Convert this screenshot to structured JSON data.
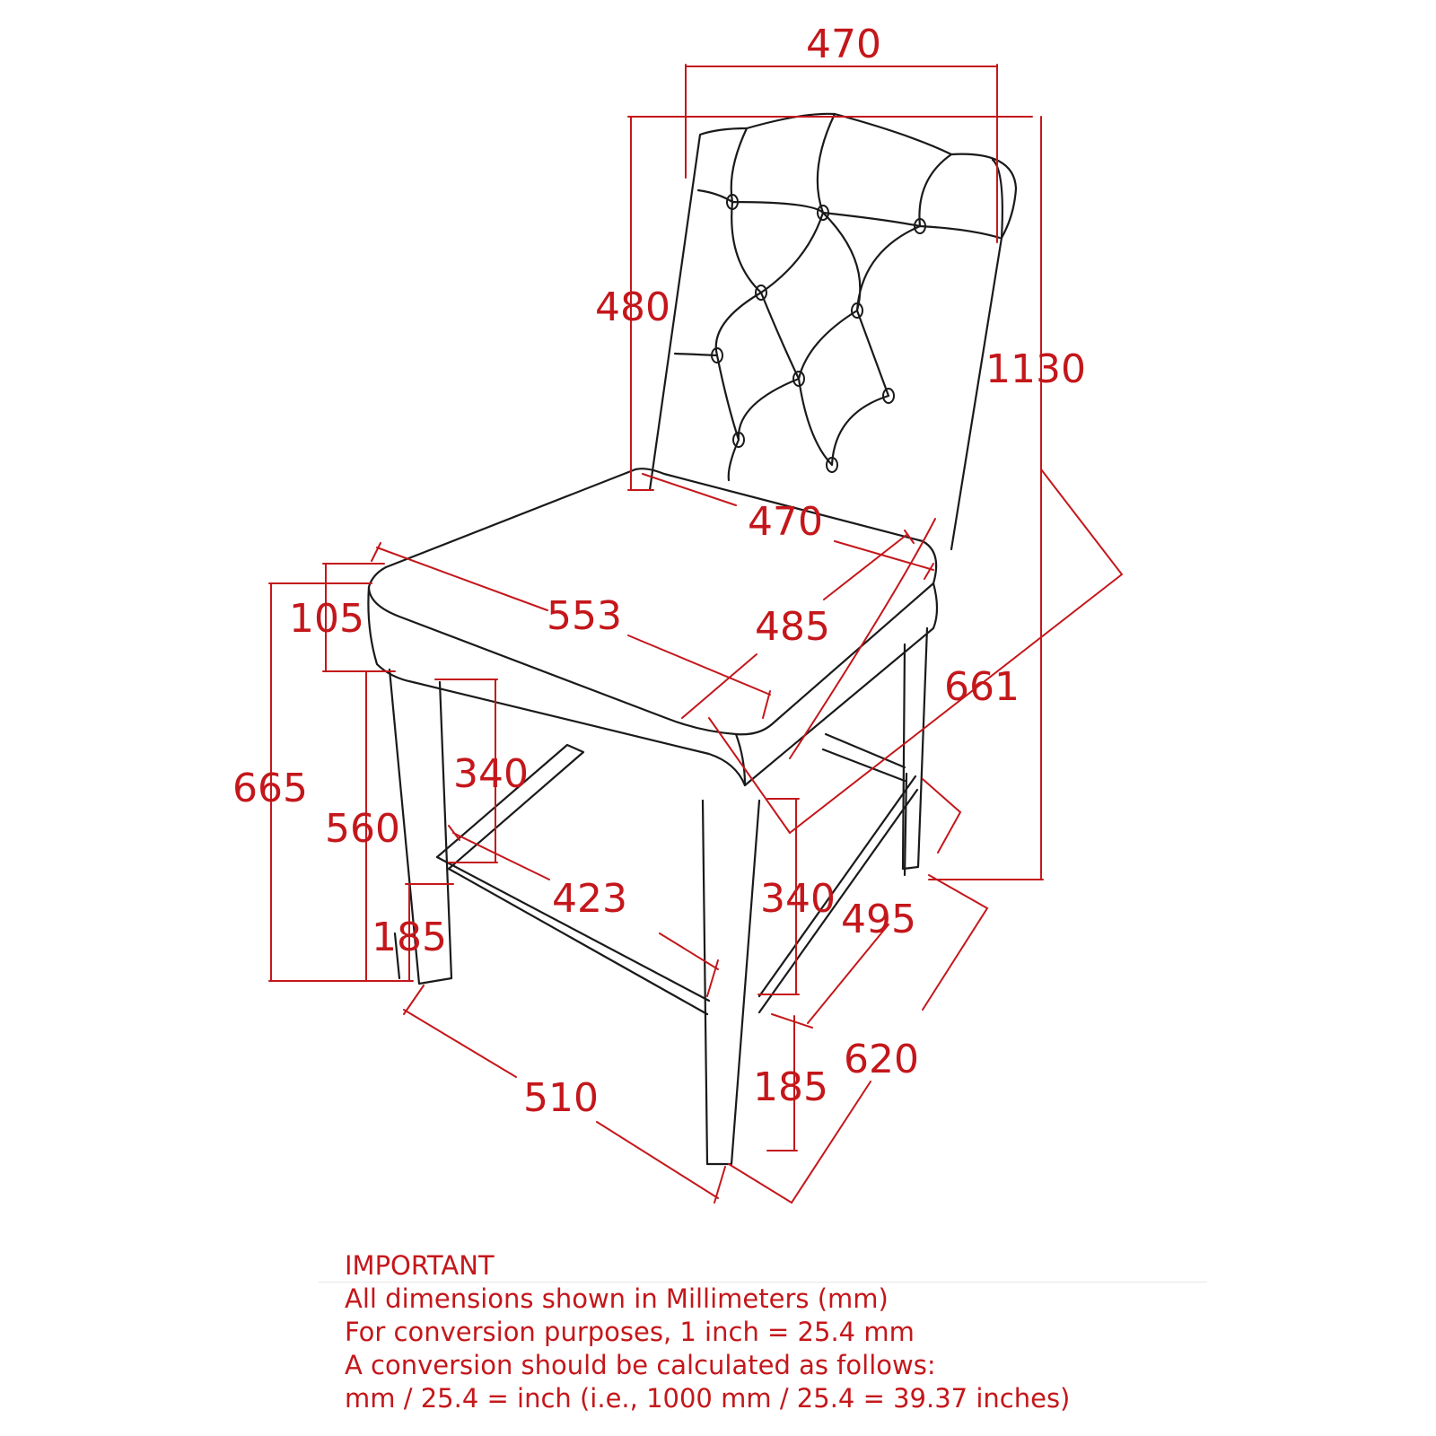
{
  "colors": {
    "dimension": "#c4171b",
    "outline": "#1a1a1a"
  },
  "dimensions": {
    "back_top_width": "470",
    "back_height": "480",
    "total_height": "1130",
    "seat_back_width": "470",
    "seat_depth_side": "553",
    "seat_front_width": "485",
    "cushion_thickness": "105",
    "diagonal": "661",
    "seat_height": "665",
    "seat_frame_height": "560",
    "left_stretcher_height": "340",
    "front_stretcher_height": "340",
    "left_stretcher_length": "423",
    "front_stretcher_length": "495",
    "left_foot_height": "185",
    "front_foot_height": "185",
    "base_side_depth": "510",
    "base_front_width": "620"
  },
  "notes": {
    "heading": "IMPORTANT",
    "line1": "All dimensions shown in Millimeters (mm)",
    "line2": "For conversion purposes, 1 inch = 25.4 mm",
    "line3": "A conversion should be calculated as follows:",
    "line4": "mm / 25.4 = inch (i.e., 1000 mm / 25.4 = 39.37 inches)"
  }
}
